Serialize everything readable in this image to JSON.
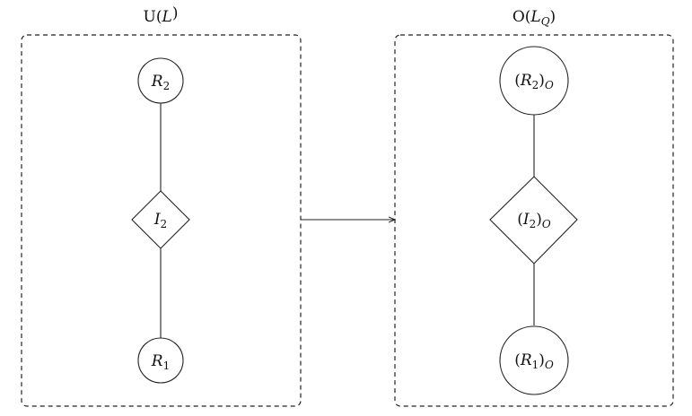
{
  "left_panel": {
    "title": {
      "main": "U(",
      "var": "L",
      "sub": "",
      "close": ")"
    },
    "nodes": {
      "top": {
        "main": "R",
        "sub": "2",
        "suffix": ""
      },
      "middle": {
        "main": "I",
        "sub": "2",
        "suffix": ""
      },
      "bottom": {
        "main": "R",
        "sub": "1",
        "suffix": ""
      }
    }
  },
  "right_panel": {
    "title": {
      "main": "O(",
      "var": "L",
      "sub": "Q",
      "close": ")"
    },
    "nodes": {
      "top": {
        "open": "(",
        "main": "R",
        "sub": "2",
        "close": ")",
        "suffix": "O"
      },
      "middle": {
        "open": "(",
        "main": "I",
        "sub": "2",
        "close": ")",
        "suffix": "O"
      },
      "bottom": {
        "open": "(",
        "main": "R",
        "sub": "1",
        "close": ")",
        "suffix": "O"
      }
    }
  },
  "colors": {
    "stroke": "#222222",
    "text": "#111111",
    "background": "#ffffff"
  }
}
